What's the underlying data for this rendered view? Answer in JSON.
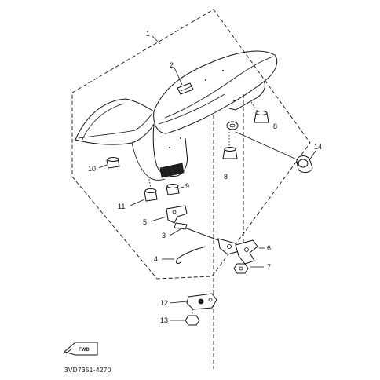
{
  "diagram": {
    "drawing_code": "3VD7351-4270",
    "fwd_text": "FWD",
    "callouts": {
      "c1": "1",
      "c2": "2",
      "c3": "3",
      "c4": "4",
      "c5": "5",
      "c6": "6",
      "c7": "7",
      "c8a": "8",
      "c8b": "8",
      "c9": "9",
      "c10": "10",
      "c11": "11",
      "c12": "12",
      "c13": "13",
      "c14": "14"
    }
  }
}
